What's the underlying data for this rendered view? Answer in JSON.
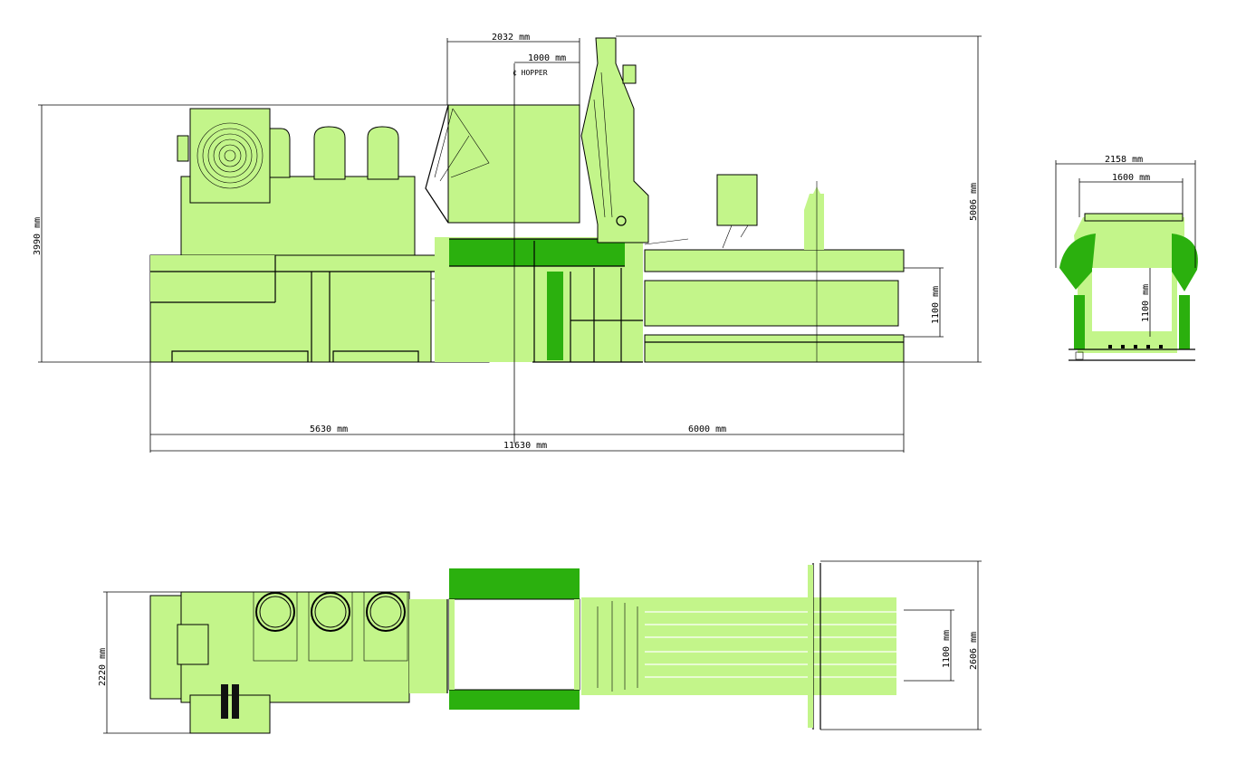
{
  "dimensions": {
    "side_width_hopper": "2032 mm",
    "side_hopper_inner": "1000 mm",
    "hopper_centerline": "¢ HOPPER",
    "side_height": "3990 mm",
    "side_total_height": "5006 mm",
    "side_bale_height": "1100 mm",
    "side_left_length": "5630 mm",
    "side_right_length": "6000 mm",
    "side_total_length": "11630 mm",
    "end_total_width": "2158 mm",
    "end_hopper_width": "1600 mm",
    "end_bale_height": "1100 mm",
    "top_width": "2220 mm",
    "top_bale_width": "1100 mm",
    "top_total_width": "2606 mm"
  },
  "colors": {
    "machine_light": "#c3f58a",
    "machine_dark": "#2bb00e",
    "line": "#000000"
  }
}
